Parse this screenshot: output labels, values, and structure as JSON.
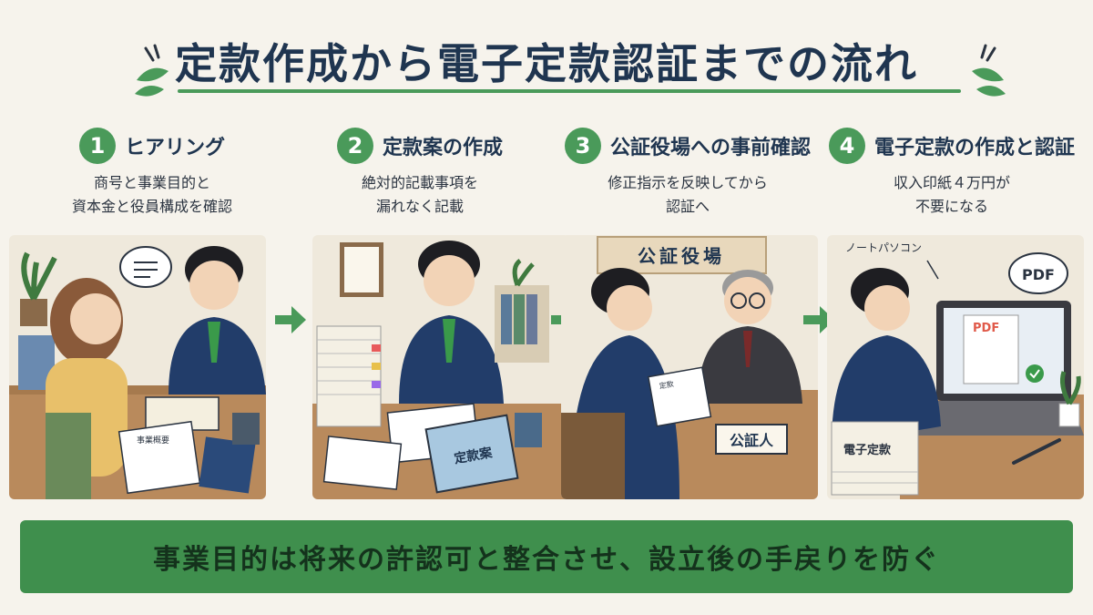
{
  "title": "定款作成から電子定款認証までの流れ",
  "steps": [
    {
      "num": "1",
      "title": "ヒアリング",
      "desc1": "商号と事業目的と",
      "desc2": "資本金と役員構成を確認"
    },
    {
      "num": "2",
      "title": "定款案の作成",
      "desc1": "絶対的記載事項を",
      "desc2": "漏れなく記載"
    },
    {
      "num": "3",
      "title": "公証役場への事前確認",
      "desc1": "修正指示を反映してから",
      "desc2": "認証へ"
    },
    {
      "num": "4",
      "title": "電子定款の作成と認証",
      "desc1": "収入印紙４万円が",
      "desc2": "不要になる"
    }
  ],
  "illustrations": {
    "p1_paper": "事業概要",
    "p2_binder": "定款案",
    "p3_sign": "公証役場",
    "p3_nameplate": "公証人",
    "p3_paper": "定款",
    "p4_note": "ノートパソコン",
    "p4_bubble": "PDF",
    "p4_screen": "PDF",
    "p4_stack": "電子定款"
  },
  "banner": "事業目的は将来の許認可と整合させ、設立後の手戻りを防ぐ",
  "colors": {
    "accent": "#4a9a5a",
    "navy": "#1f3550",
    "banner": "#3f8f4d",
    "background": "#f6f3ec"
  }
}
